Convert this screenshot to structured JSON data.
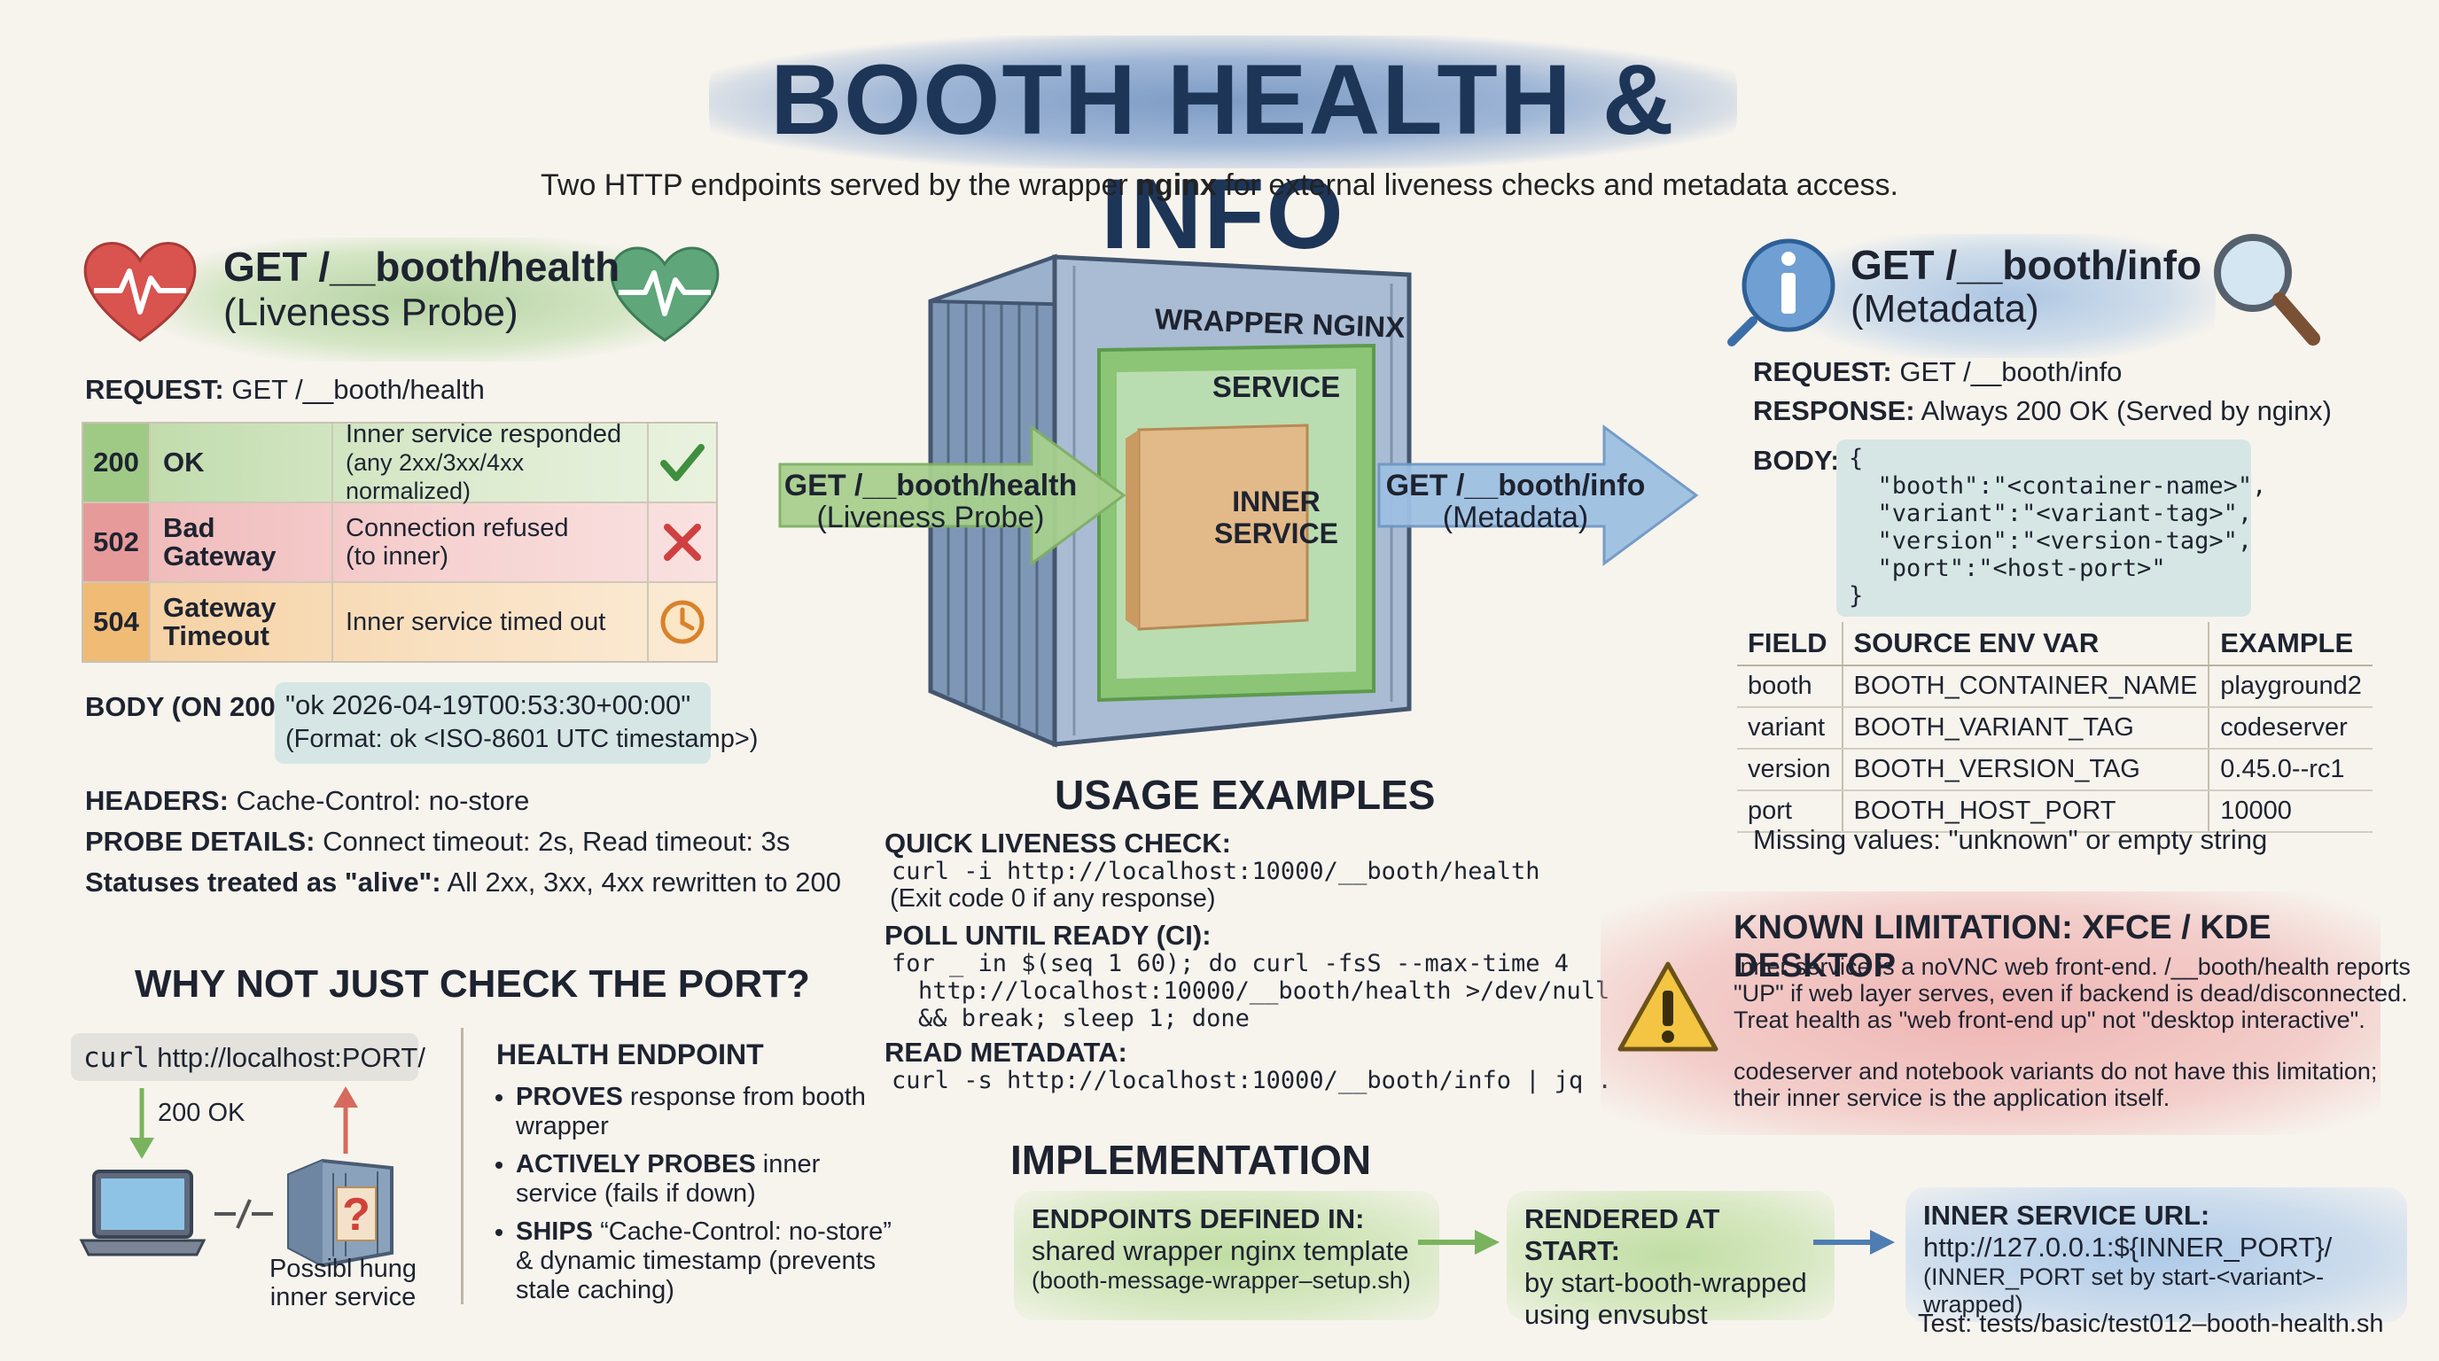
{
  "title": "BOOTH HEALTH & INFO",
  "subtitle_prefix": "Two HTTP endpoints served by the wrapper ",
  "subtitle_bold": "nginx",
  "subtitle_suffix": " for external liveness checks and metadata access.",
  "health": {
    "heading": "GET /__booth/health",
    "subheading": "(Liveness Probe)",
    "request_label": "REQUEST:",
    "request_value": "GET /__booth/health",
    "statuses": [
      {
        "code": "200",
        "name": "OK",
        "desc_line1": "Inner service responded",
        "desc_line2": "(any 2xx/3xx/4xx normalized)",
        "icon": "check-icon",
        "color": "#bcd9a6"
      },
      {
        "code": "502",
        "name": "Bad Gateway",
        "desc_line1": "Connection refused",
        "desc_line2": "(to inner)",
        "icon": "x-icon",
        "color": "#efb7b7"
      },
      {
        "code": "504",
        "name_line1": "Gateway",
        "name_line2": "Timeout",
        "desc_line1": "Inner service timed out",
        "icon": "clock-icon",
        "color": "#f5cf9e"
      }
    ],
    "body_label": "BODY (ON 200):",
    "body_value": "\"ok 2026-04-19T00:53:30+00:00\"",
    "body_format": "(Format: ok <ISO-8601 UTC timestamp>)",
    "headers_label": "HEADERS:",
    "headers_value": "Cache-Control: no-store",
    "probe_label": "PROBE DETAILS:",
    "probe_value": "Connect timeout: 2s, Read timeout: 3s",
    "alive_label": "Statuses treated as \"alive\":",
    "alive_value": "All 2xx, 3xx, 4xx rewritten to 200"
  },
  "why": {
    "heading": "WHY NOT JUST CHECK THE PORT?",
    "curl": "curl",
    "curl_url": "http://localhost:PORT/",
    "ok_label": "200 OK",
    "hung_line1": "Possibl hung",
    "hung_line2": "inner service",
    "endpoint_heading": "HEALTH ENDPOINT",
    "points": [
      {
        "bold": "PROVES",
        "rest": " response from booth wrapper"
      },
      {
        "bold": "ACTIVELY PROBES",
        "rest": " inner service (fails if down)"
      },
      {
        "bold": "SHIPS",
        "rest": " “Cache-Control: no-store” & dynamic timestamp (prevents stale caching)"
      }
    ]
  },
  "container": {
    "outer": "WRAPPER NGINX",
    "service": "SERVICE",
    "inner_line1": "INNER",
    "inner_line2": "SERVICE",
    "left_arrow_line1": "GET /__booth/health",
    "left_arrow_line2": "(Liveness Probe)",
    "right_arrow_line1": "GET /__booth/info",
    "right_arrow_line2": "(Metadata)"
  },
  "usage": {
    "heading": "USAGE EXAMPLES",
    "quick_label": "QUICK LIVENESS CHECK:",
    "quick_cmd": "curl -i http://localhost:10000/__booth/health",
    "quick_note": "(Exit code 0 if any response)",
    "poll_label": "POLL UNTIL READY (CI):",
    "poll_line1": "for _ in $(seq 1 60); do curl -fsS --max-time 4",
    "poll_line2": "http://localhost:10000/__booth/health >/dev/null",
    "poll_line3": "&& break; sleep 1; done",
    "read_label": "READ METADATA:",
    "read_cmd": "curl -s http://localhost:10000/__booth/info | jq ."
  },
  "implementation": {
    "heading": "IMPLEMENTATION",
    "box1_title": "ENDPOINTS DEFINED IN:",
    "box1_line1": "shared wrapper nginx template",
    "box1_line2": "(booth-message-wrapper–setup.sh)",
    "box2_title": "RENDERED AT START:",
    "box2_line1": "by start-booth-wrapped",
    "box2_line2": "using envsubst",
    "box3_title": "INNER SERVICE URL:",
    "box3_line1": "http://127.0.0.1:${INNER_PORT}/",
    "box3_line2": "(INNER_PORT set by start-<variant>-wrapped)",
    "test_note": "Test: tests/basic/test012–booth-health.sh"
  },
  "info": {
    "heading": "GET /__booth/info",
    "subheading": "(Metadata)",
    "request_label": "REQUEST:",
    "request_value": "GET /__booth/info",
    "response_label": "RESPONSE:",
    "response_value": "Always 200 OK (Served by nginx)",
    "body_label": "BODY:",
    "body_lines": [
      "{",
      "  \"booth\":\"<container-name>\",",
      "  \"variant\":\"<variant-tag>\",",
      "  \"version\":\"<version-tag>\",",
      "  \"port\":\"<host-port>\"",
      "}"
    ],
    "table_headers": [
      "FIELD",
      "SOURCE ENV VAR",
      "EXAMPLE"
    ],
    "table_rows": [
      [
        "booth",
        "BOOTH_CONTAINER_NAME",
        "playground2"
      ],
      [
        "variant",
        "BOOTH_VARIANT_TAG",
        "codeserver"
      ],
      [
        "version",
        "BOOTH_VERSION_TAG",
        "0.45.0--rc1"
      ],
      [
        "port",
        "BOOTH_HOST_PORT",
        "10000"
      ]
    ],
    "missing_note": "Missing values: \"unknown\" or empty string"
  },
  "limitation": {
    "heading": "KNOWN LIMITATION: XFCE / KDE DESKTOP",
    "p1_line1": "Inner service is a noVNC web front-end. /__booth/health reports",
    "p1_line2": "\"UP\" if web layer serves, even if backend is dead/disconnected.",
    "p1_line3": "Treat health as \"web front-end up\" not \"desktop interactive\".",
    "p2_line1": "codeserver and notebook variants do not have this limitation;",
    "p2_line2": "their inner service is the application itself."
  },
  "colors": {
    "accent_green": "#8fbf7a",
    "accent_blue": "#7fa7d3",
    "accent_red": "#e08585",
    "title_blue": "#1d3557"
  }
}
